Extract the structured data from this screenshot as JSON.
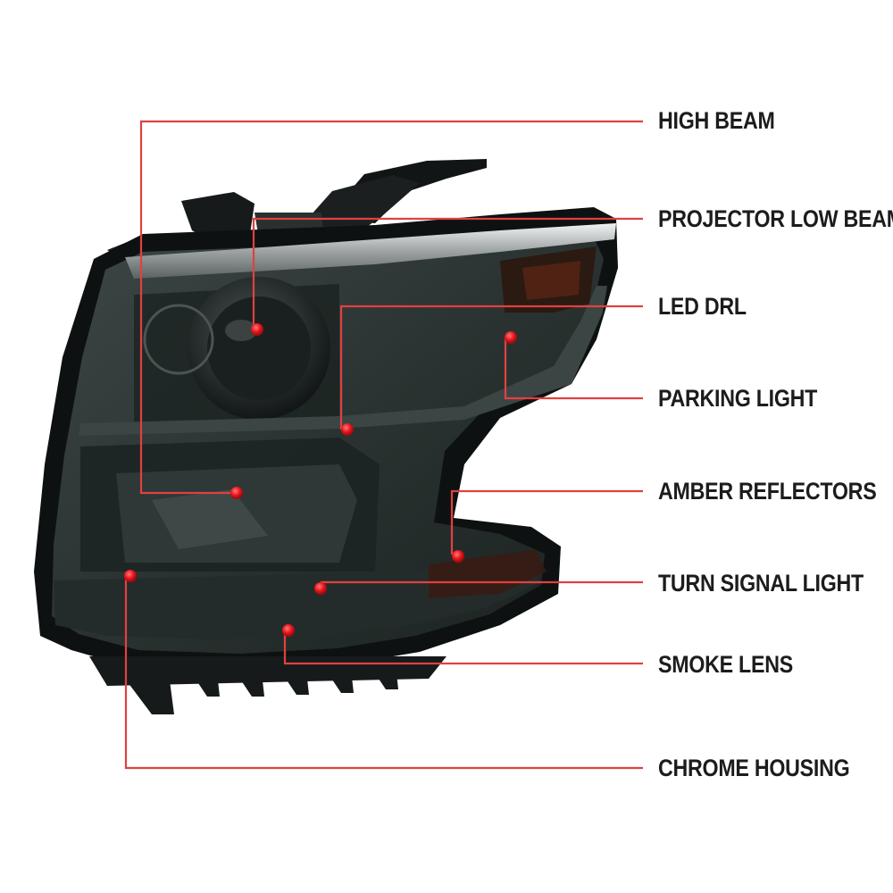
{
  "colors": {
    "leader_line": "#e0413f",
    "marker_dot": "#e8141c",
    "label_text": "#1c1c1c",
    "lens_smoke": "#2c3533",
    "housing_black": "#0e1111",
    "chrome": "#b9bdbd",
    "amber": "#6a2a14"
  },
  "callouts": [
    {
      "id": "high-beam",
      "label": "HIGH BEAM"
    },
    {
      "id": "projector-low-beam",
      "label": "PROJECTOR LOW BEAM"
    },
    {
      "id": "led-drl",
      "label": "LED DRL"
    },
    {
      "id": "parking-light",
      "label": "PARKING LIGHT"
    },
    {
      "id": "amber-reflectors",
      "label": "AMBER REFLECTORS"
    },
    {
      "id": "turn-signal-light",
      "label": "TURN SIGNAL LIGHT"
    },
    {
      "id": "smoke-lens",
      "label": "SMOKE LENS"
    },
    {
      "id": "chrome-housing",
      "label": "CHROME HOUSING"
    }
  ]
}
